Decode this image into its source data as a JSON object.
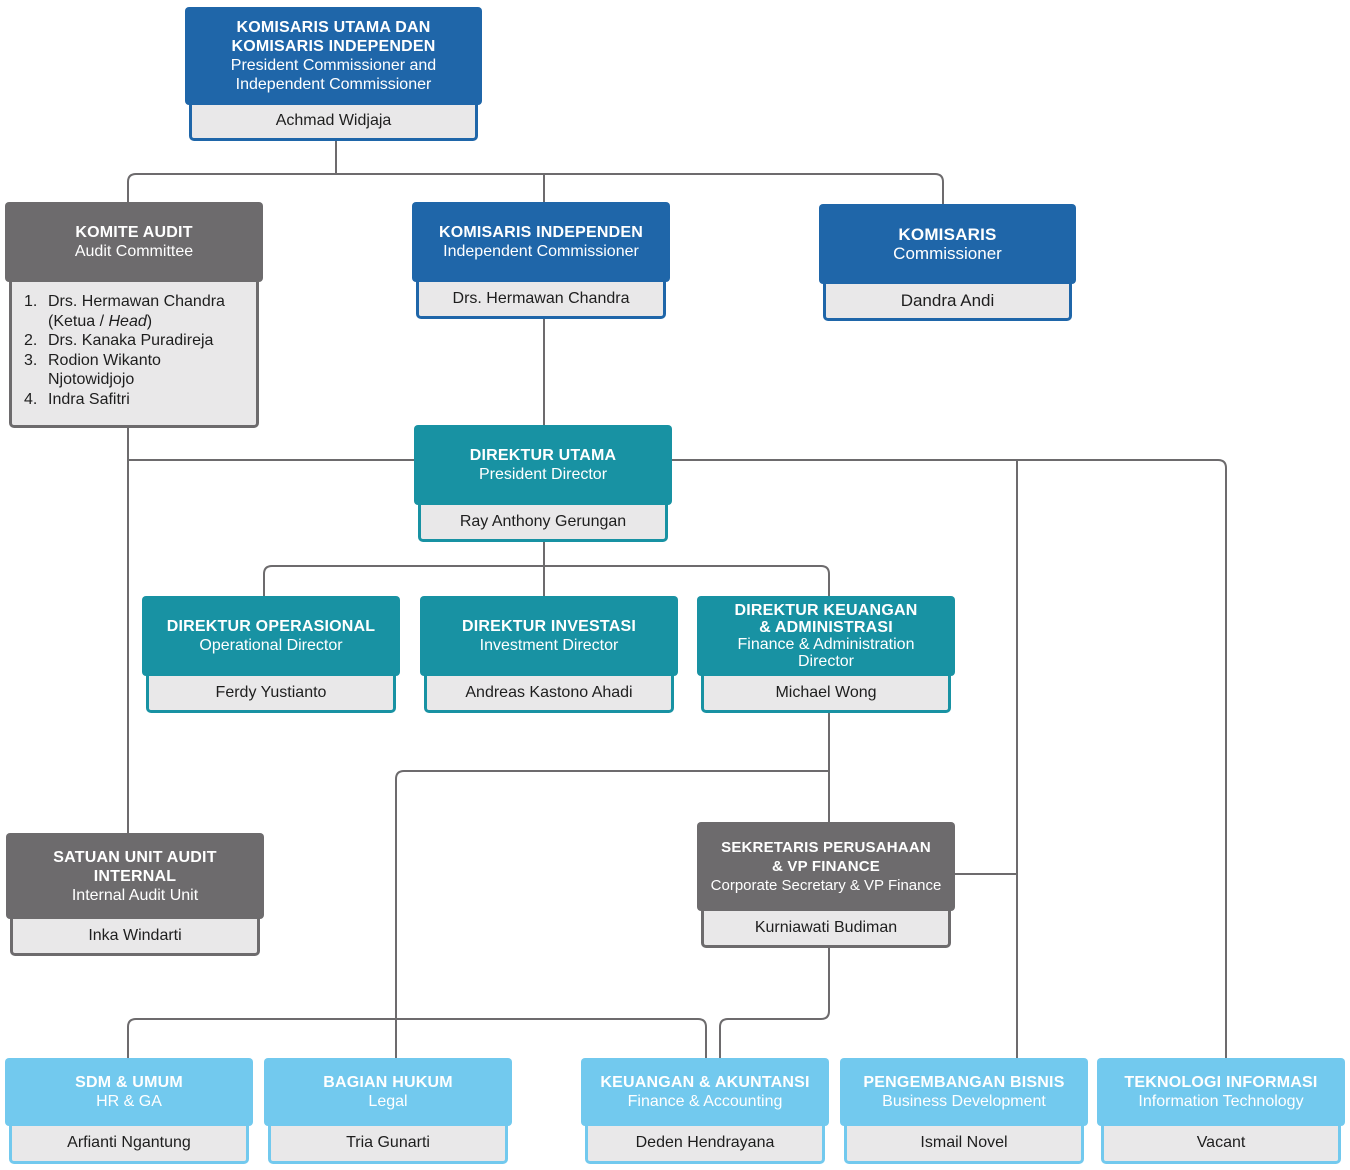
{
  "nodes": {
    "president_commissioner": {
      "title_lines": [
        "KOMISARIS UTAMA DAN",
        "KOMISARIS INDEPENDEN"
      ],
      "subtitle_lines": [
        "President Commissioner and",
        "Independent Commissioner"
      ],
      "name": "Achmad Widjaja"
    },
    "audit_committee": {
      "title_lines": [
        "KOMITE AUDIT"
      ],
      "subtitle_lines": [
        "Audit Committee"
      ],
      "members": [
        {
          "num": "1.",
          "lines": [
            "Drs. Hermawan Chandra",
            "(Ketua / ",
            "Head",
            ")"
          ]
        },
        {
          "num": "2.",
          "lines": [
            "Drs. Kanaka Puradireja"
          ]
        },
        {
          "num": "3.",
          "lines": [
            "Rodion Wikanto",
            "Njotowidjojo"
          ]
        },
        {
          "num": "4.",
          "lines": [
            "Indra Safitri"
          ]
        }
      ]
    },
    "independent_commissioner": {
      "title_lines": [
        "KOMISARIS INDEPENDEN"
      ],
      "subtitle_lines": [
        "Independent Commissioner"
      ],
      "name": "Drs. Hermawan Chandra"
    },
    "commissioner": {
      "title_lines": [
        "KOMISARIS"
      ],
      "subtitle_lines": [
        "Commissioner"
      ],
      "name": "Dandra Andi"
    },
    "president_director": {
      "title_lines": [
        "DIREKTUR UTAMA"
      ],
      "subtitle_lines": [
        "President Director"
      ],
      "name": "Ray Anthony Gerungan"
    },
    "operational_director": {
      "title_lines": [
        "DIREKTUR OPERASIONAL"
      ],
      "subtitle_lines": [
        "Operational Director"
      ],
      "name": "Ferdy Yustianto"
    },
    "investment_director": {
      "title_lines": [
        "DIREKTUR INVESTASI"
      ],
      "subtitle_lines": [
        "Investment Director"
      ],
      "name": "Andreas Kastono Ahadi"
    },
    "finance_director": {
      "title_lines": [
        "DIREKTUR KEUANGAN",
        "& ADMINISTRASI"
      ],
      "subtitle_lines": [
        "Finance & Administration",
        "Director"
      ],
      "name": "Michael Wong"
    },
    "internal_audit": {
      "title_lines": [
        "SATUAN UNIT AUDIT",
        "INTERNAL"
      ],
      "subtitle_lines": [
        "Internal Audit Unit"
      ],
      "name": "Inka Windarti"
    },
    "corporate_secretary": {
      "title_lines": [
        "SEKRETARIS PERUSAHAAN",
        "& VP FINANCE"
      ],
      "subtitle_lines": [
        "Corporate Secretary & VP Finance"
      ],
      "name": "Kurniawati Budiman"
    },
    "hr_ga": {
      "title_lines": [
        "SDM & UMUM"
      ],
      "subtitle_lines": [
        "HR & GA"
      ],
      "name": "Arfianti Ngantung"
    },
    "legal": {
      "title_lines": [
        "BAGIAN HUKUM"
      ],
      "subtitle_lines": [
        "Legal"
      ],
      "name": "Tria Gunarti"
    },
    "finance_accounting": {
      "title_lines": [
        "KEUANGAN & AKUNTANSI"
      ],
      "subtitle_lines": [
        "Finance & Accounting"
      ],
      "name": "Deden Hendrayana"
    },
    "business_development": {
      "title_lines": [
        "PENGEMBANGAN BISNIS"
      ],
      "subtitle_lines": [
        "Business Development"
      ],
      "name": "Ismail Novel"
    },
    "information_technology": {
      "title_lines": [
        "TEKNOLOGI INFORMASI"
      ],
      "subtitle_lines": [
        "Information Technology"
      ],
      "name": "Vacant"
    }
  },
  "colors": {
    "blue": "#1f66a9",
    "gray": "#6d6b6d",
    "teal": "#1892a3",
    "light_blue": "#72c9ee",
    "name_fill": "#e9e8e9",
    "connector": "#6d6b6d"
  }
}
